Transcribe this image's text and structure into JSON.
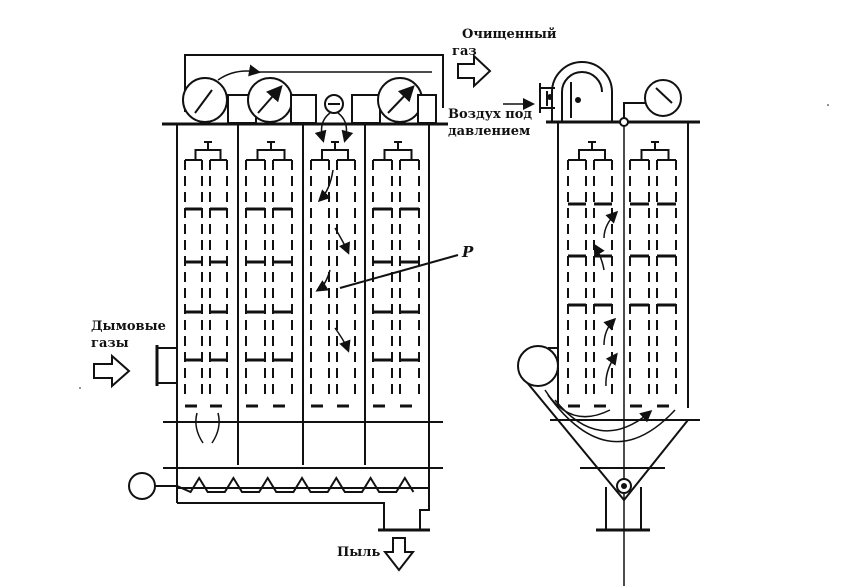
{
  "title": "Рукавный фильтр с импульсной продувкой (схема)",
  "labels": {
    "clean_gas_line1": "Очищенный",
    "clean_gas_line2": "газ",
    "air_line1": "Воздух под",
    "air_line2": "давлением",
    "flue_line1": "Дымовые",
    "flue_line2": "газы",
    "dust": "Пыль",
    "p_marker": "P"
  },
  "structure": {
    "left_unit_compartments": 4,
    "bags_per_compartment": 2,
    "top_fans": 3,
    "screw_conveyor_turns": 7,
    "right_unit_bag_rows": 4
  },
  "colors": {
    "ink": "#111111",
    "background": "#ffffff"
  }
}
